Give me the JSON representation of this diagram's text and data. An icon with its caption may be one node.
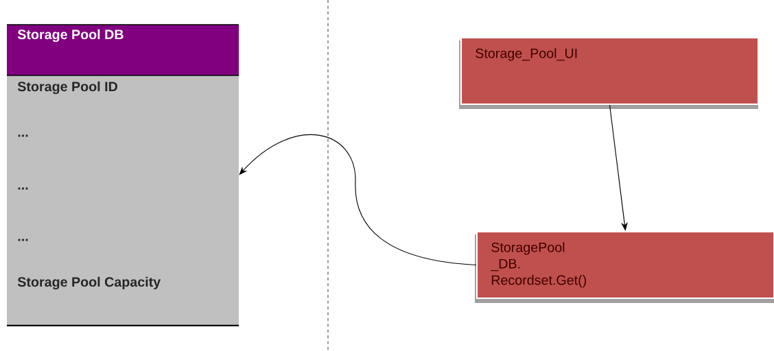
{
  "diagram": {
    "nodes": [
      {
        "text": [
          "Storage Pool DB",
          "Storage Pool ID",
          "...",
          "...",
          "...",
          "Storage Pool Capacity"
        ]
      },
      {
        "text": [
          "Storage_Pool_UI"
        ]
      },
      {
        "text": [
          "StoragePool _DB. Recordset.Get()"
        ]
      }
    ],
    "edges": [
      {
        "from": 1,
        "to": 2,
        "arrow": "to"
      },
      {
        "from": 2,
        "to": 0,
        "arrow": "to"
      }
    ]
  }
}
